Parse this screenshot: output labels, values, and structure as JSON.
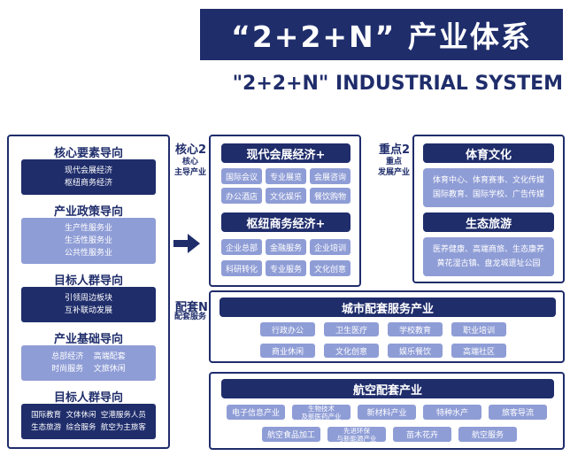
{
  "title": "“2+2+N”  产业体系",
  "subtitle": "\"2+2+N\" INDUSTRIAL SYSTEM",
  "left_panel": {
    "sections": [
      {
        "heading": "核心要素导向",
        "lines": [
          "现代会展经济",
          "枢纽商务经济"
        ]
      },
      {
        "heading": "产业政策导向",
        "lines": [
          "生产性服务业",
          "生活性服务业",
          "公共性服务业"
        ]
      },
      {
        "heading": "目标人群导向",
        "lines": [
          "引领周边板块",
          "互补联动发展"
        ]
      },
      {
        "heading": "产业基础导向",
        "lines": [
          "总部经济    高端配套",
          "时尚服务    文旅休闲"
        ]
      },
      {
        "heading": "目标人群导向",
        "lines": [
          "国际教育  文体休闲  空港服务人员",
          "生态旅游  综合服务  航空为主旅客"
        ]
      }
    ]
  },
  "core": {
    "label": "核心2",
    "sub": [
      "核心",
      "主导产业"
    ],
    "blocks": [
      {
        "heading": "现代会展经济+",
        "tags": [
          "国际会议",
          "专业展览",
          "会展咨询",
          "办公酒店",
          "文化娱乐",
          "餐饮购物"
        ]
      },
      {
        "heading": "枢纽商务经济+",
        "tags": [
          "企业总部",
          "金融服务",
          "企业培训",
          "科研转化",
          "专业服务",
          "文化创意"
        ]
      }
    ]
  },
  "key": {
    "label": "重点2",
    "sub": [
      "重点",
      "发展产业"
    ],
    "blocks": [
      {
        "heading": "体育文化",
        "lines": [
          "体育中心、体育赛事、文化传媒",
          "国际教育、国际学校、广告传媒"
        ]
      },
      {
        "heading": "生态旅游",
        "lines": [
          "医养健康、高端商旅、生态康养",
          "黄花湿古镇、盘龙城遗址公园"
        ]
      }
    ]
  },
  "support": {
    "label": "配套N",
    "sub": [
      "配套服务"
    ],
    "city": {
      "heading": "城市配套服务产业",
      "tags": [
        "行政办公",
        "卫生医疗",
        "学校教育",
        "职业培训",
        "商业休闲",
        "文化创意",
        "娱乐餐饮",
        "高端社区"
      ]
    },
    "aviation": {
      "heading": "航空配套产业",
      "tags": [
        "电子信息产业",
        "生物技术及新医药产业",
        "新材料产业",
        "特种水产",
        "旅客导流",
        "航空食品加工",
        "先进环保与新能源产业",
        "苗木花卉",
        "航空服务"
      ],
      "tags_split": {
        "生物技术及新医药产业": [
          "生物技术",
          "及新医药产业"
        ],
        "先进环保与新能源产业": [
          "先进环保",
          "与新能源产业"
        ]
      }
    }
  }
}
